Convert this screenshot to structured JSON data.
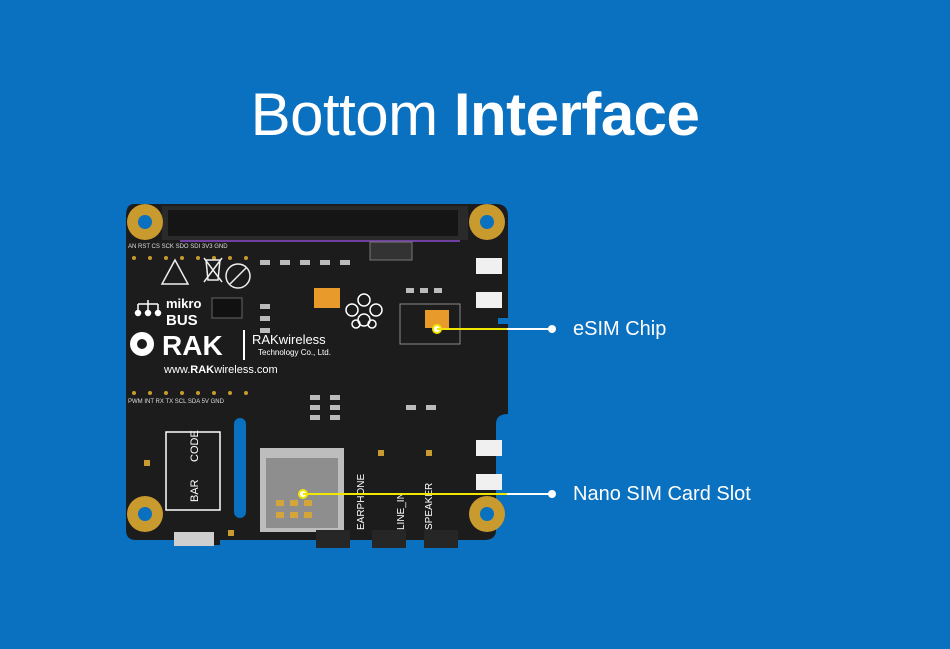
{
  "title": {
    "light": "Bottom",
    "bold": "Interface"
  },
  "colors": {
    "background": "#0a70c0",
    "pcb": "#1c1c1c",
    "pin_header": "#2a2a2a",
    "mounting_hole": "#c99a2e",
    "callout_line": "#f2e600",
    "callout_dot": "#ffffff",
    "esim_chip": "#e89a2a",
    "silkscreen": "#ffffff"
  },
  "callouts": [
    {
      "label": "eSIM Chip"
    },
    {
      "label": "Nano SIM Card Slot"
    }
  ],
  "board": {
    "logo_brand": "RAK",
    "logo_company": "RAKwireless",
    "logo_tagline": "Technology Co., Ltd.",
    "website_prefix": "www.",
    "website_brand": "RAK",
    "website_suffix": "wireless.com",
    "mikrobus_top": "mikro",
    "mikrobus_bottom": "BUS",
    "bar_code_left": "BAR",
    "bar_code_right": "CODE",
    "port_earphone": "EARPHONE",
    "port_line_in": "LINE_IN",
    "port_speaker": "SPEAKER",
    "top_pin_labels": "AN RST CS SCK SDO SDI 3V3 GND",
    "bottom_pin_labels": "PWM INT RX TX SCL SDA 5V GND",
    "icons": [
      "raspberry-pi-icon",
      "recycle-bin-icon",
      "no-lead-pb-icon",
      "mikrobus-icon",
      "rak-logo-icon"
    ]
  }
}
